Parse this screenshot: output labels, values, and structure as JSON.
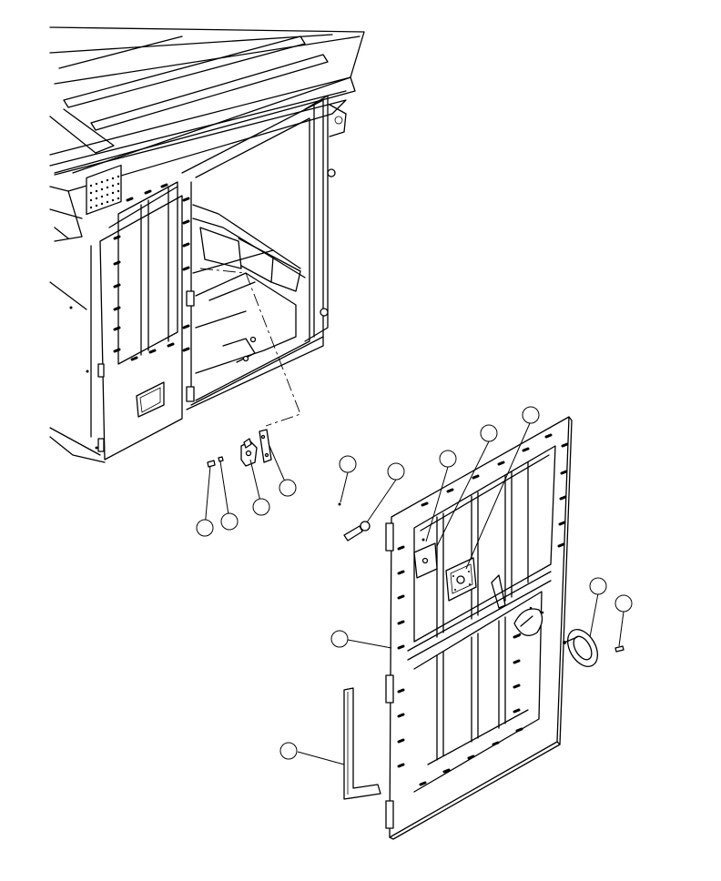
{
  "callouts": [
    {
      "id": "c1",
      "label": ""
    },
    {
      "id": "c2",
      "label": ""
    },
    {
      "id": "c3",
      "label": ""
    },
    {
      "id": "c4",
      "label": ""
    },
    {
      "id": "c5",
      "label": ""
    },
    {
      "id": "c6",
      "label": ""
    },
    {
      "id": "c7",
      "label": ""
    },
    {
      "id": "c8",
      "label": ""
    },
    {
      "id": "c9",
      "label": ""
    },
    {
      "id": "c10",
      "label": ""
    },
    {
      "id": "c11",
      "label": ""
    },
    {
      "id": "c12",
      "label": ""
    },
    {
      "id": "c13",
      "label": ""
    },
    {
      "id": "c14",
      "label": ""
    }
  ],
  "colors": {
    "line": "#000000",
    "background": "#ffffff"
  }
}
